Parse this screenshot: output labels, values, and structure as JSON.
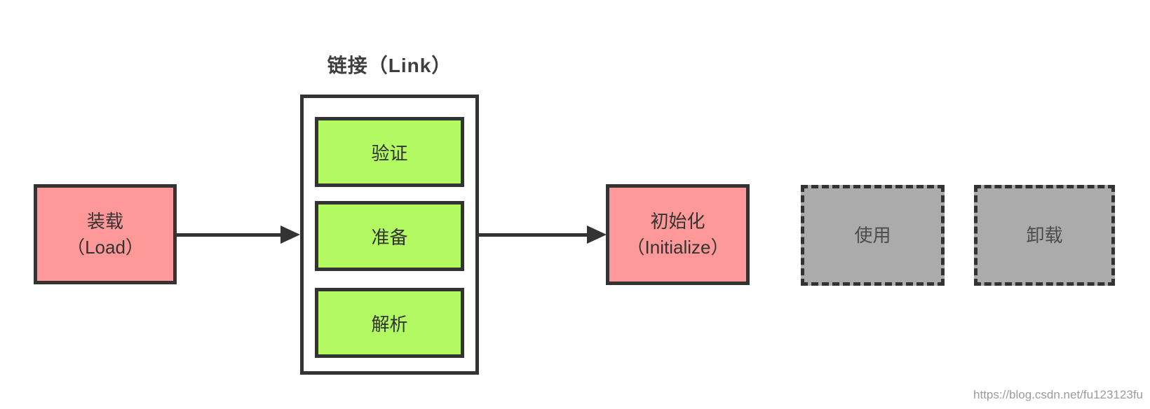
{
  "diagram": {
    "title": "链接（Link）",
    "nodes": {
      "load": {
        "line1": "装载",
        "line2": "（Load）"
      },
      "initialize": {
        "line1": "初始化",
        "line2": "（Initialize）"
      },
      "use": {
        "label": "使用"
      },
      "unload": {
        "label": "卸载"
      }
    },
    "link_steps": [
      {
        "id": "verify",
        "label": "验证"
      },
      {
        "id": "prepare",
        "label": "准备"
      },
      {
        "id": "resolve",
        "label": "解析"
      }
    ],
    "arrows": [
      {
        "from": "load",
        "to": "link"
      },
      {
        "from": "link",
        "to": "initialize"
      }
    ],
    "colors": {
      "active_fill": "#ff9898",
      "step_fill": "#b2f962",
      "inactive_fill": "#ababab",
      "border": "#333333",
      "title_text": "#3e3e3e",
      "node_text": "#333333",
      "inactive_text": "#4c4c4c"
    }
  },
  "watermark": {
    "text": "https://blog.csdn.net/fu123123fu"
  }
}
